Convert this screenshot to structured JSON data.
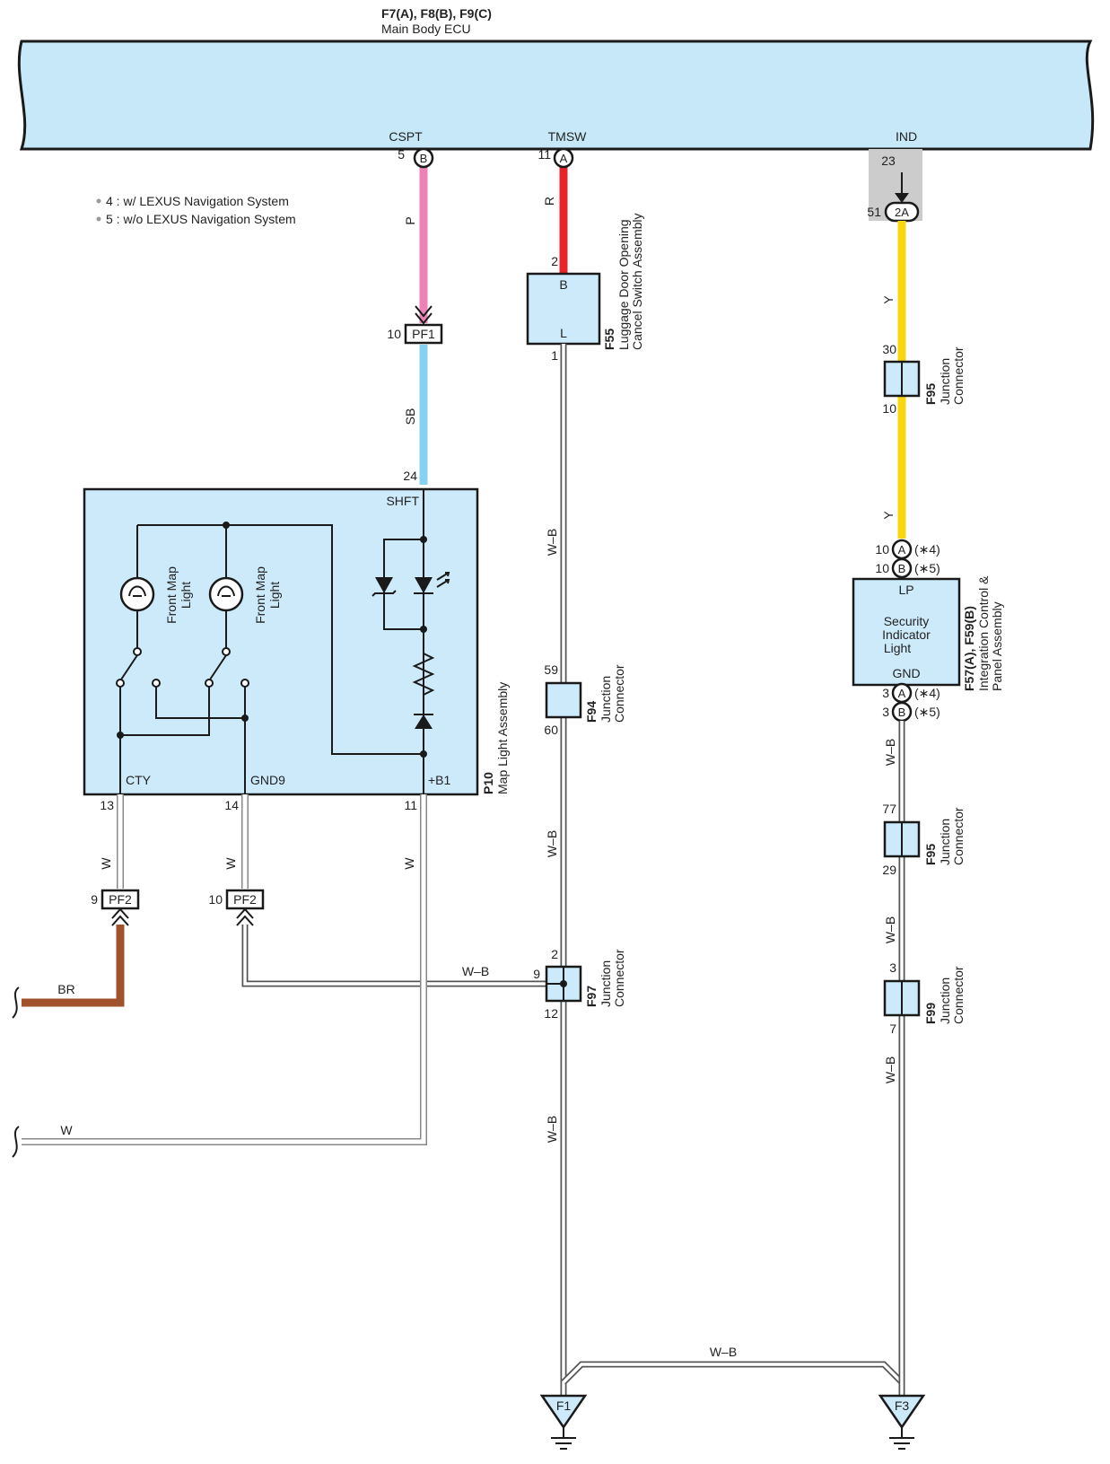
{
  "ecu": {
    "title": "F7(A), F8(B), F9(C)",
    "subtitle": "Main Body ECU",
    "pins": {
      "cspt": {
        "label": "CSPT",
        "num": "5",
        "conn": "B"
      },
      "tmsw": {
        "label": "TMSW",
        "num": "11",
        "conn": "A"
      },
      "ind": {
        "label": "IND",
        "num": "23"
      }
    }
  },
  "legend": {
    "line4": "4 : w/ LEXUS Navigation System",
    "line5": "5 : w/o LEXUS Navigation System"
  },
  "wires": {
    "p": "P",
    "sb": "SB",
    "r": "R",
    "y1": "Y",
    "y2": "Y",
    "wb_f55_1": "W–B",
    "wb_f55_2": "W–B",
    "wb_f55_3": "W–B",
    "wb_f59": "W–B",
    "wb_f95": "W–B",
    "wb_f99": "W–B",
    "wb_horiz": "W–B",
    "wb_bottom": "W–B",
    "w_13": "W",
    "w_14": "W",
    "w_11": "W",
    "br": "BR",
    "w_left": "W"
  },
  "pf1": {
    "label": "PF1",
    "num": "10"
  },
  "pf2a": {
    "label": "PF2",
    "num": "9"
  },
  "pf2b": {
    "label": "PF2",
    "num": "10"
  },
  "f55": {
    "code": "F55",
    "name1": "Luggage Door Opening",
    "name2": "Cancel Switch Assembly",
    "pin_b": "B",
    "pin_l": "L",
    "num_top": "2",
    "num_bottom": "1"
  },
  "p10": {
    "code": "P10",
    "name": "Map Light Assembly",
    "shft": "SHFT",
    "shft_num": "24",
    "cty": "CTY",
    "cty_num": "13",
    "gnd9": "GND9",
    "gnd9_num": "14",
    "b1": "+B1",
    "b1_num": "11",
    "lamp1a": "Front Map",
    "lamp1b": "Light",
    "lamp2a": "Front Map",
    "lamp2b": "Light"
  },
  "f94": {
    "code": "F94",
    "name1": "Junction",
    "name2": "Connector",
    "num_top": "59",
    "num_bottom": "60"
  },
  "f97": {
    "code": "F97",
    "name1": "Junction",
    "name2": "Connector",
    "num_top": "2",
    "num_left": "9",
    "num_bottom": "12"
  },
  "ind_conn": {
    "label": "2A",
    "num": "51"
  },
  "f95a": {
    "code": "F95",
    "name1": "Junction",
    "name2": "Connector",
    "num_top": "30",
    "num_bottom": "10"
  },
  "f59": {
    "code": "F57(A), F59(B)",
    "name1": "Integration Control &",
    "name2": "Panel Assembly",
    "lp": "LP",
    "light1": "Security",
    "light2": "Indicator",
    "light3": "Light",
    "gnd": "GND",
    "top_a_num": "10",
    "top_a": "A",
    "top_a_note": "(∗4)",
    "top_b_num": "10",
    "top_b": "B",
    "top_b_note": "(∗5)",
    "bot_a_num": "3",
    "bot_a": "A",
    "bot_a_note": "(∗4)",
    "bot_b_num": "3",
    "bot_b": "B",
    "bot_b_note": "(∗5)"
  },
  "f95b": {
    "code": "F95",
    "name1": "Junction",
    "name2": "Connector",
    "num_top": "77",
    "num_bottom": "29"
  },
  "f99": {
    "code": "F99",
    "name1": "Junction",
    "name2": "Connector",
    "num_top": "3",
    "num_bottom": "7"
  },
  "grounds": {
    "f1": "F1",
    "f3": "F3"
  },
  "colors": {
    "ecu_fill": "#c6e8f8",
    "pink": "#ee82b4",
    "skyblue": "#86d2f2",
    "red": "#e8242a",
    "yellow": "#f9d710",
    "brown": "#a0522d"
  }
}
